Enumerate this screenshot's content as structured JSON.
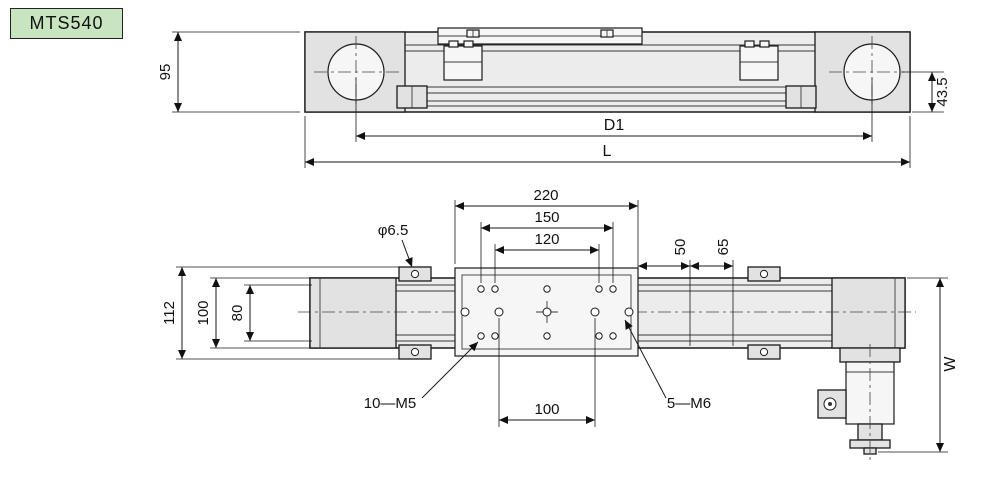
{
  "badge": {
    "label": "MTS540"
  },
  "colors": {
    "badge_bg": "#c8e5bf",
    "line": "#1a1a1a",
    "body_fill": "#ececec"
  },
  "side_view": {
    "dims": {
      "height": "95",
      "pulley_offset": "43.5",
      "center_distance": "D1",
      "overall_length": "L"
    }
  },
  "plan_view": {
    "dims": {
      "carriage_length": "220",
      "pitch_150": "150",
      "pitch_120": "120",
      "offset_50": "50",
      "offset_65": "65",
      "overall_width": "112",
      "body_width": "100",
      "pitch_80": "80",
      "pitch_100": "100",
      "total_height": "W"
    },
    "labels": {
      "end_hole_dia": "φ6.5",
      "m5_holes": "10—M5",
      "m6_holes": "5—M6"
    }
  }
}
